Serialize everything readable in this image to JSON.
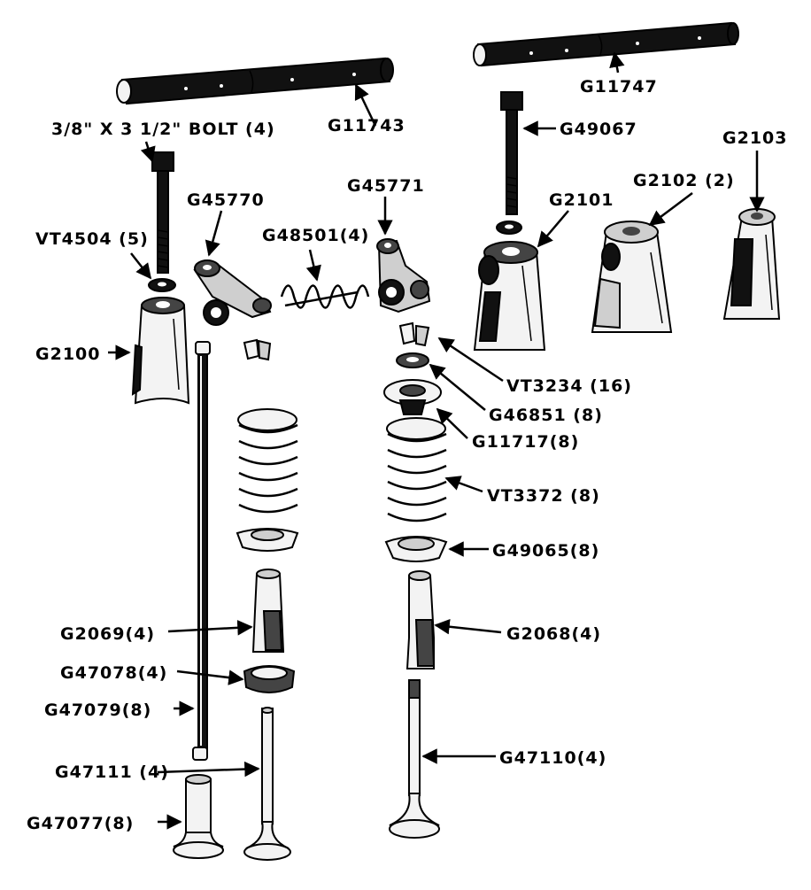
{
  "labels": {
    "g11743": "G11743",
    "g11747": "G11747",
    "bolt": "3/8\" X 3 1/2\" BOLT (4)",
    "g49067": "G49067",
    "g2103": "G2103",
    "g45771": "G45771",
    "g45770": "G45770",
    "g2101": "G2101",
    "g2102": "G2102 (2)",
    "g48501": "G48501(4)",
    "vt4504": "VT4504 (5)",
    "g2100": "G2100",
    "vt3234": "VT3234 (16)",
    "g46851": "G46851 (8)",
    "g11717": "G11717(8)",
    "vt3372": "VT3372 (8)",
    "g49065": "G49065(8)",
    "g2069": "G2069(4)",
    "g2068": "G2068(4)",
    "g47078": "G47078(4)",
    "g47079": "G47079(8)",
    "g47111": "G47111 (4)",
    "g47110": "G47110(4)",
    "g47077": "G47077(8)"
  }
}
